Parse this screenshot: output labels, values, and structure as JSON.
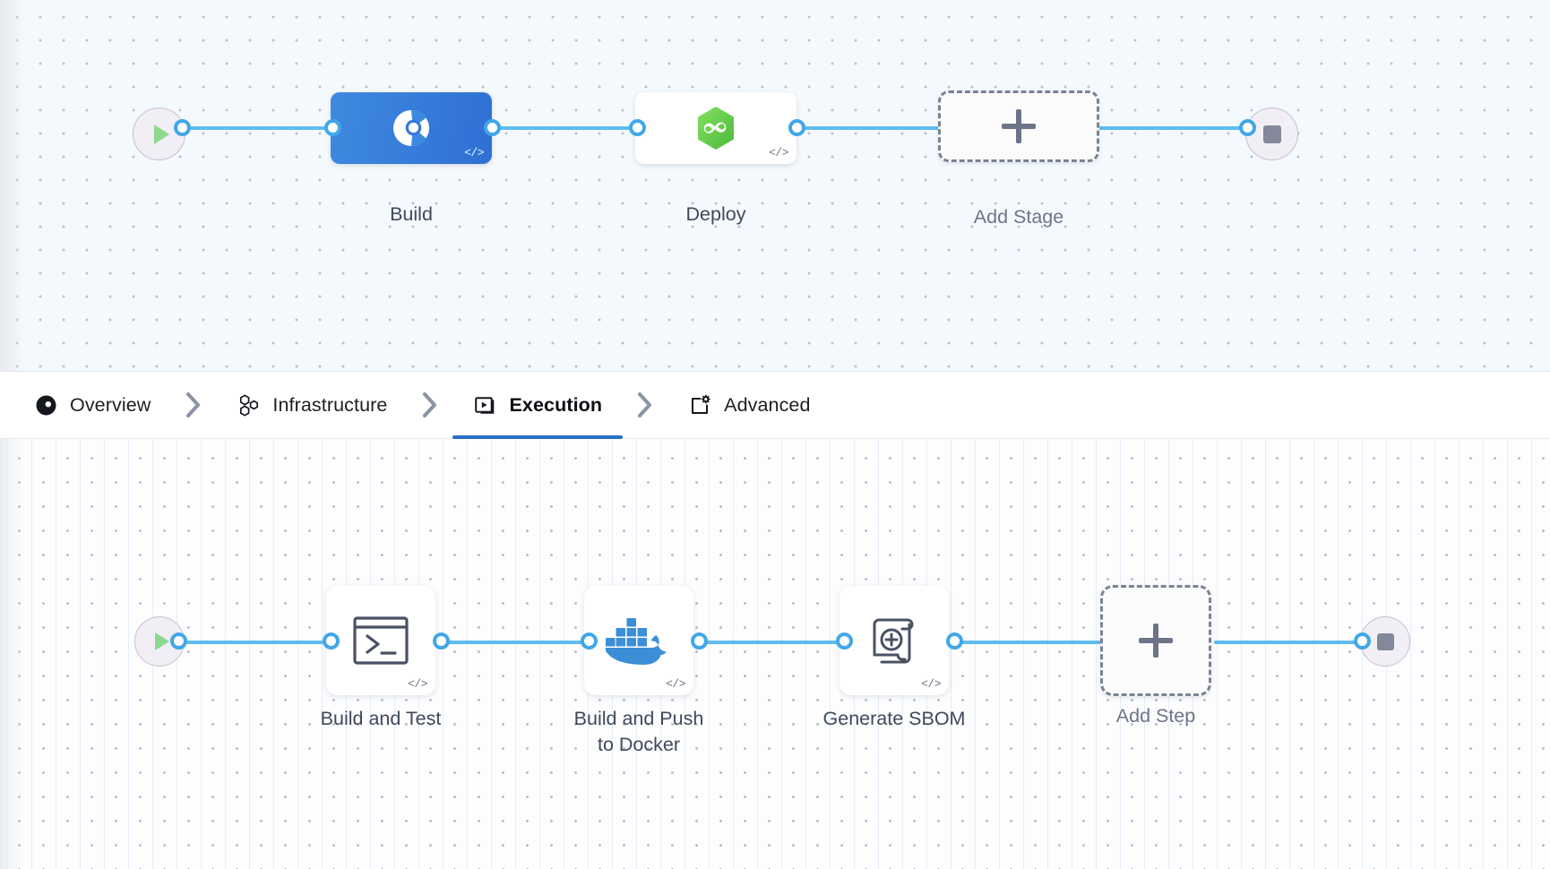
{
  "stage_graph": {
    "start_node": {
      "icon": "play-icon",
      "title": "Start"
    },
    "end_node": {
      "icon": "stop-icon",
      "title": "End"
    },
    "stages": [
      {
        "label": "Build",
        "icon": "harness-ci-icon",
        "code_badge": "</>",
        "selected": true,
        "accent": "#2f6fd4"
      },
      {
        "label": "Deploy",
        "icon": "harness-cd-infinity-icon",
        "code_badge": "</>",
        "selected": false,
        "accent": "#5fcb52"
      }
    ],
    "add_stage": {
      "label": "Add Stage",
      "icon": "plus-icon"
    }
  },
  "tabs": {
    "separator_icon": "chevron-right-icon",
    "items": [
      {
        "label": "Overview",
        "icon": "overview-pie-icon",
        "active": false
      },
      {
        "label": "Infrastructure",
        "icon": "hexagon-cluster-icon",
        "active": false
      },
      {
        "label": "Execution",
        "icon": "execution-play-icon",
        "active": true
      },
      {
        "label": "Advanced",
        "icon": "advanced-gear-icon",
        "active": false
      }
    ],
    "active_underline_color": "#2a6fc9"
  },
  "step_graph": {
    "start_node": {
      "icon": "play-icon",
      "title": "Start"
    },
    "end_node": {
      "icon": "stop-icon",
      "title": "End"
    },
    "steps": [
      {
        "label": "Build and Test",
        "icon": "terminal-icon",
        "code_badge": "</>"
      },
      {
        "label": "Build and Push\nto Docker",
        "icon": "docker-whale-icon",
        "code_badge": "</>"
      },
      {
        "label": "Generate SBOM",
        "icon": "sbom-scroll-icon",
        "code_badge": "</>"
      }
    ],
    "add_step": {
      "label": "Add Step",
      "icon": "plus-icon"
    }
  },
  "colors": {
    "edge": "#5fbcef",
    "port": "#42a7e8",
    "stage_canvas_bg": "#f4f9fd",
    "step_canvas_bg": "#fdfdfe",
    "docker_blue": "#3c8fd6",
    "harness_green": "#5fcb52",
    "play_green": "#8cd98c",
    "stop_gray": "#82899a"
  }
}
